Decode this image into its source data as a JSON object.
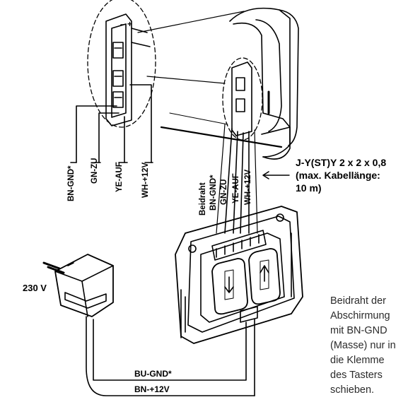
{
  "image_title": "",
  "wire_labels_left": [
    "BN-GND*",
    "GN-ZU",
    "YE-AUF",
    "WH-+12V"
  ],
  "wire_labels_right": [
    "Beidraht",
    "BN-GND*",
    "GN-ZU",
    "YE-AUF",
    "WH-+12V"
  ],
  "cable_spec": {
    "line1": "J-Y(ST)Y 2 x 2 x 0,8",
    "line2": "(max. Kabellänge:",
    "line3": "10 m)"
  },
  "power_supply_label": "230 V",
  "supply_wires": [
    "BU-GND*",
    "BN-+12V"
  ],
  "note_lines": [
    "Beidraht der",
    "Abschirmung",
    "mit BN-GND",
    "(Masse) nur in",
    "die Klemme",
    "des Tasters",
    "schieben."
  ],
  "colors": {
    "lines": "#000000",
    "note_text": "#2b2b2b",
    "background": "#ffffff"
  }
}
